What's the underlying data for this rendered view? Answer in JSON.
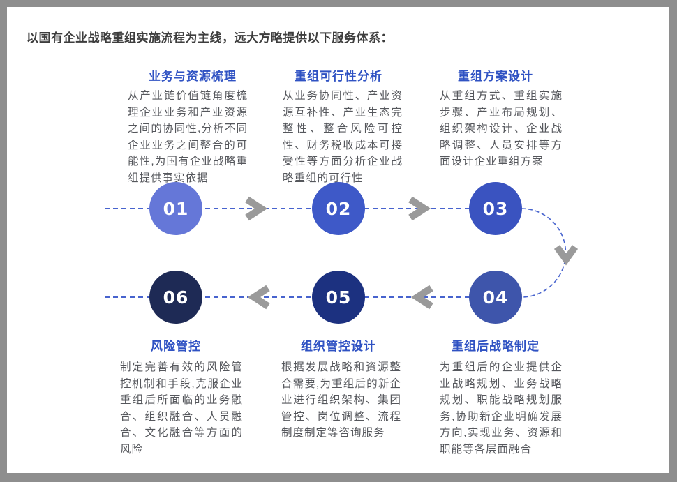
{
  "title": "以国有企业战略重组实施流程为主线，远大方略提供以下服务体系：",
  "colors": {
    "frame_border": "#8e8e8e",
    "heading_blue": "#2f52c3",
    "dash_line": "#4763ce",
    "arrow_gray": "#9a9a9a",
    "title_text": "#3d3d3d",
    "body_text": "#55575c"
  },
  "steps": [
    {
      "number": "01",
      "label": "业务与资源梳理",
      "description": "从产业链价值链角度梳理企业业务和产业资源之间的协同性,分析不同企业业务之间整合的可能性,为国有企业战略重组提供事实依据",
      "color": "#6577d8"
    },
    {
      "number": "02",
      "label": "重组可行性分析",
      "description": "从业务协同性、产业资源互补性、产业生态完整性、整合风险可控性、财务税收成本可接受性等方面分析企业战略重组的可行性",
      "color": "#3e59c8"
    },
    {
      "number": "03",
      "label": "重组方案设计",
      "description": "从重组方式、重组实施步骤、产业布局规划、组织架构设计、企业战略调整、人员安排等方面设计企业重组方案",
      "color": "#3a53c0"
    },
    {
      "number": "04",
      "label": "重组后战略制定",
      "description": "为重组后的企业提供企业战略规划、业务战略规划、职能战略规划服务,协助新企业明确发展方向,实现业务、资源和职能等各层面融合",
      "color": "#3e55ab"
    },
    {
      "number": "05",
      "label": "组织管控设计",
      "description": "根据发展战略和资源整合需要,为重组后的新企业进行组织架构、集团管控、岗位调整、流程制度制定等咨询服务",
      "color": "#1c3180"
    },
    {
      "number": "06",
      "label": "风险管控",
      "description": "制定完善有效的风险管控机制和手段,克服企业重组后所面临的业务融合、组织融合、人员融合、文化融合等方面的风险",
      "color": "#1e2a55"
    }
  ]
}
